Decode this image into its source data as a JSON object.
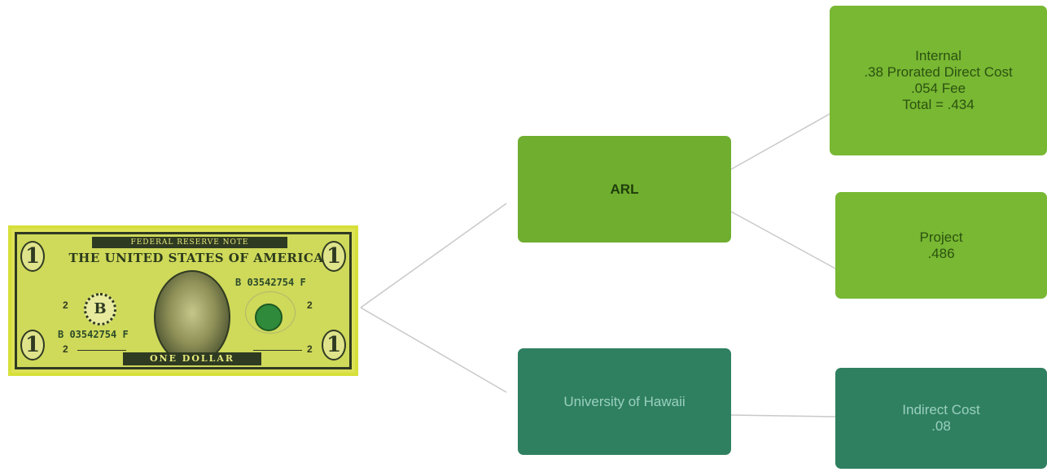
{
  "bill": {
    "band_text": "FEDERAL RESERVE NOTE",
    "title": "THE UNITED STATES OF AMERICA",
    "serial": "B 03542754 F",
    "denomination": "1",
    "district": "B",
    "district_number": "2",
    "bottom_text": "ONE DOLLAR"
  },
  "nodes": {
    "arl": {
      "label": "ARL"
    },
    "internal": {
      "lines": [
        "Internal",
        ".38 Prorated Direct Cost",
        ".054 Fee",
        "Total = .434"
      ]
    },
    "project": {
      "lines": [
        "Project",
        ".486"
      ]
    },
    "hawaii": {
      "label": "University of Hawaii"
    },
    "indirect": {
      "lines": [
        "Indirect Cost",
        ".08"
      ]
    }
  },
  "colors": {
    "green": "#6fae2f",
    "green_bright": "#78b833",
    "teal": "#2f8060",
    "connector": "#c9c9c9"
  }
}
